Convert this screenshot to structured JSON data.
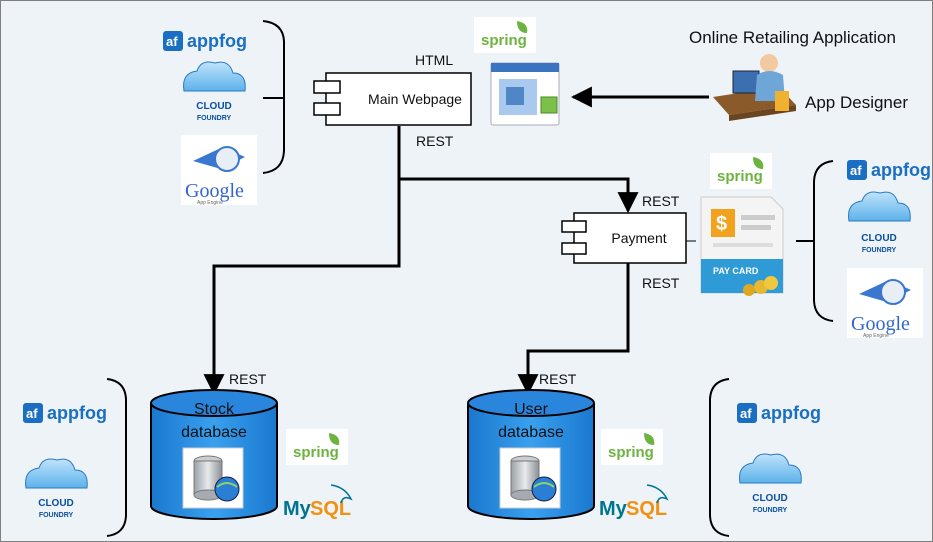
{
  "title": "Online Retailing Application",
  "actor": {
    "label": "App Designer"
  },
  "components": {
    "main_webpage": "Main Webpage",
    "payment": "Payment",
    "stock_db_line1": "Stock",
    "stock_db_line2": "database",
    "user_db_line1": "User",
    "user_db_line2": "database"
  },
  "edges": {
    "html": "HTML",
    "rest_main": "REST",
    "rest_payment_in": "REST",
    "rest_payment_out": "REST",
    "rest_stock": "REST",
    "rest_user": "REST"
  },
  "logos": {
    "appfog_mark": "af",
    "appfog": "appfog",
    "cloud": "CLOUD",
    "foundry": "FOUNDRY",
    "spring": "spring",
    "google": "Google",
    "google_sub": "App Engine",
    "mysql_my": "My",
    "mysql_sql": "SQL",
    "paycard": "PAY CARD"
  },
  "colors": {
    "background": "#eef3f8",
    "db_blue": "#2a8de0",
    "appfog_blue": "#1a6fc2",
    "spring_green": "#6db33f"
  }
}
